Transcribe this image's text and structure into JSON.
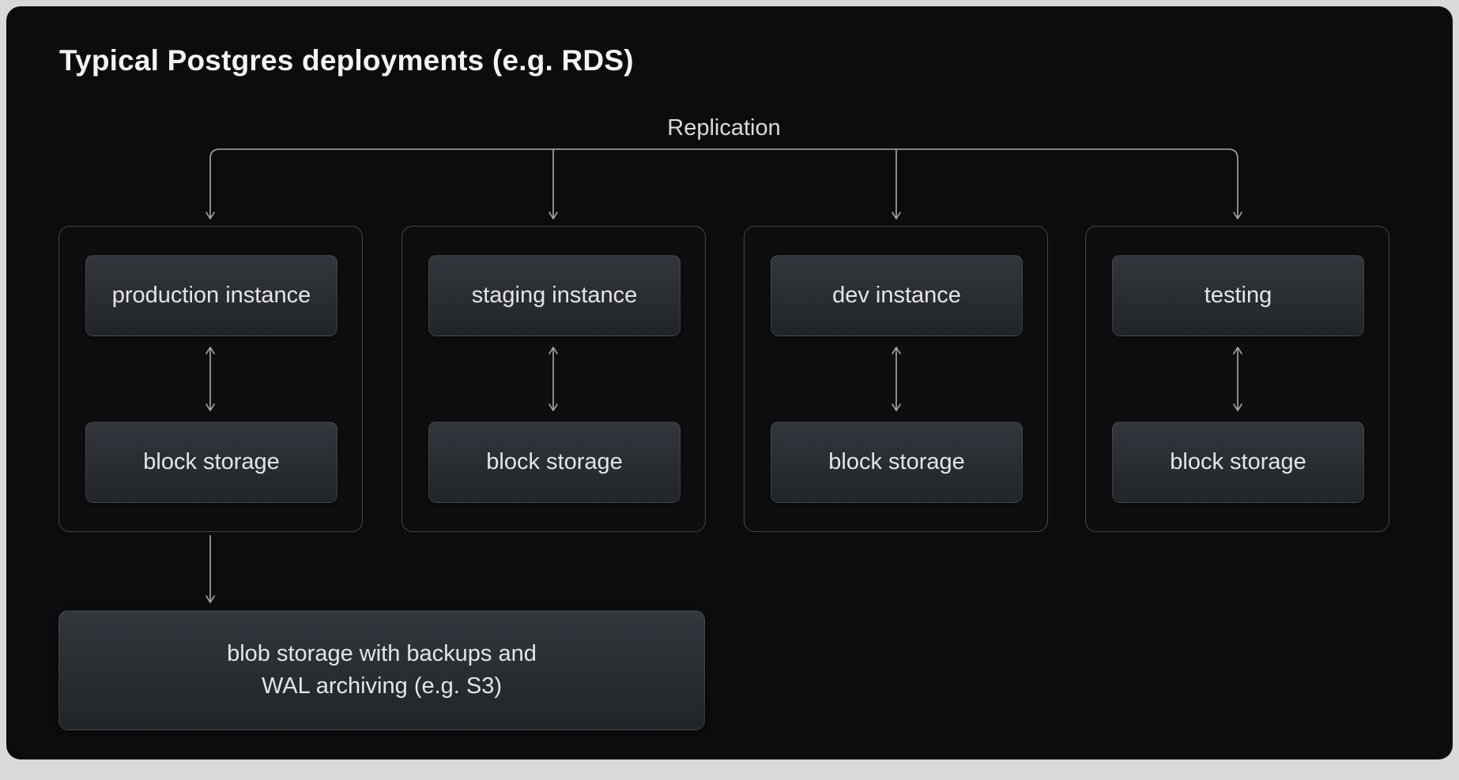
{
  "title": "Typical Postgres deployments (e.g. RDS)",
  "replication": {
    "label": "Replication"
  },
  "groups": [
    {
      "instance_label": "production instance",
      "storage_label": "block storage"
    },
    {
      "instance_label": "staging instance",
      "storage_label": "block storage"
    },
    {
      "instance_label": "dev instance",
      "storage_label": "block storage"
    },
    {
      "instance_label": "testing",
      "storage_label": "block storage"
    }
  ],
  "blob_storage": {
    "line1": "blob storage with backups and",
    "line2": "WAL archiving (e.g. S3)"
  },
  "edges": [
    {
      "from": "Replication",
      "to": "production instance",
      "direction": "down"
    },
    {
      "from": "Replication",
      "to": "staging instance",
      "direction": "down"
    },
    {
      "from": "Replication",
      "to": "dev instance",
      "direction": "down"
    },
    {
      "from": "Replication",
      "to": "testing",
      "direction": "down"
    },
    {
      "from": "production instance",
      "to": "block storage",
      "direction": "both"
    },
    {
      "from": "staging instance",
      "to": "block storage",
      "direction": "both"
    },
    {
      "from": "dev instance",
      "to": "block storage",
      "direction": "both"
    },
    {
      "from": "testing",
      "to": "block storage",
      "direction": "both"
    },
    {
      "from": "production group",
      "to": "blob storage with backups and WAL archiving (e.g. S3)",
      "direction": "down"
    }
  ],
  "colors": {
    "outer_background": "#d9d9d9",
    "panel_background": "#0b0c0d",
    "node_gradient_top": "#33363c",
    "node_gradient_bottom": "#212428",
    "group_border": "#43474e",
    "arrow": "#a6aab0",
    "text": "#e3e5e8",
    "title_text": "#f4f4f4"
  }
}
